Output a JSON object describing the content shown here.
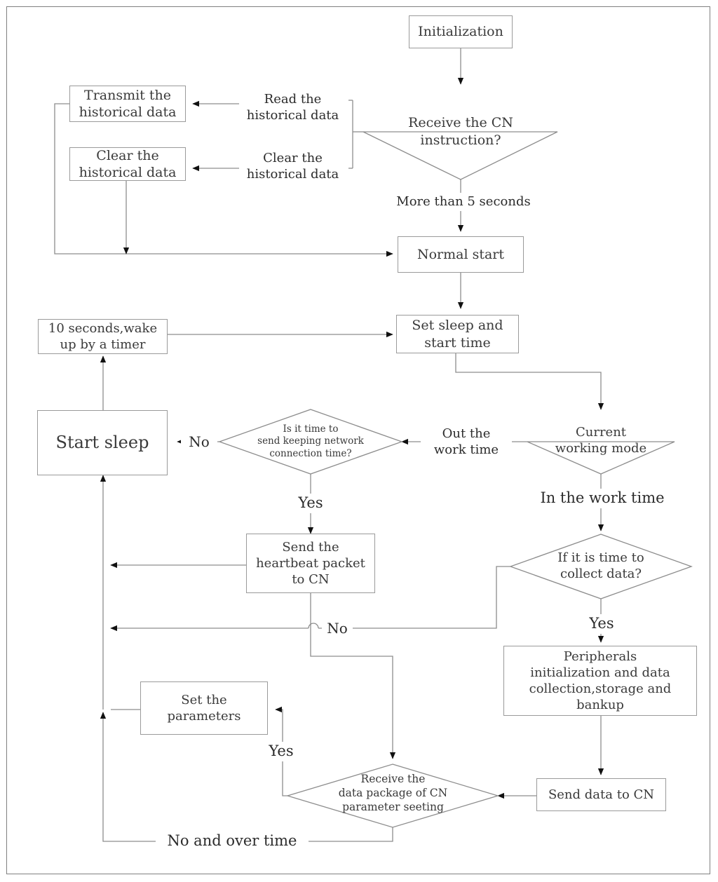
{
  "diagram": {
    "type": "flowchart",
    "title": "Sensor node firmware workflow flowchart",
    "colors": {
      "stroke": "#8d8d8d",
      "text": "#3a3a3a",
      "background": "#ffffff",
      "frame": "#808080"
    },
    "nodes": [
      {
        "id": "init",
        "shape": "process",
        "label": "Initialization"
      },
      {
        "id": "recv_cn",
        "shape": "decision",
        "label": "Receive the CN\ninstruction?"
      },
      {
        "id": "transmit_hist",
        "shape": "process",
        "label": "Transmit the\nhistorical data"
      },
      {
        "id": "clear_hist",
        "shape": "process",
        "label": "Clear the\nhistorical data"
      },
      {
        "id": "normal_start",
        "shape": "process",
        "label": "Normal start"
      },
      {
        "id": "set_sleep",
        "shape": "process",
        "label": "Set sleep and\nstart time"
      },
      {
        "id": "wake_timer",
        "shape": "process",
        "label": "10 seconds,wake\nup by a timer"
      },
      {
        "id": "start_sleep",
        "shape": "process",
        "label": "Start sleep"
      },
      {
        "id": "keep_net",
        "shape": "decision",
        "label": "Is it time to\nsend keeping network\nconnection time?"
      },
      {
        "id": "work_mode",
        "shape": "decision",
        "label": "Current\nworking mode"
      },
      {
        "id": "heartbeat",
        "shape": "process",
        "label": "Send the\nheartbeat packet\nto CN"
      },
      {
        "id": "collect_data",
        "shape": "decision",
        "label": "If it is time to\ncollect data?"
      },
      {
        "id": "peripherals",
        "shape": "process",
        "label": "Peripherals\ninitialization and data\ncollection,storage and\nbankup"
      },
      {
        "id": "send_data",
        "shape": "process",
        "label": "Send data to CN"
      },
      {
        "id": "set_params",
        "shape": "process",
        "label": "Set the\nparameters"
      },
      {
        "id": "recv_pkg",
        "shape": "decision",
        "label": "Receive the\ndata package of CN\nparameter seeting"
      }
    ],
    "node_text": {
      "init": "Initialization",
      "recv_cn_l1": "Receive the CN",
      "recv_cn_l2": "instruction?",
      "transmit_hist_l1": "Transmit the",
      "transmit_hist_l2": "historical data",
      "clear_hist_l1": "Clear the",
      "clear_hist_l2": "historical data",
      "normal_start": "Normal start",
      "set_sleep_l1": "Set sleep and",
      "set_sleep_l2": "start time",
      "wake_timer_l1": "10 seconds,wake",
      "wake_timer_l2": "up by a timer",
      "start_sleep": "Start sleep",
      "keep_net_l1": "Is it time to",
      "keep_net_l2": "send keeping network",
      "keep_net_l3": "connection time?",
      "work_mode_l1": "Current",
      "work_mode_l2": "working mode",
      "heartbeat_l1": "Send the",
      "heartbeat_l2": "heartbeat packet",
      "heartbeat_l3": "to CN",
      "collect_data_l1": "If it is time to",
      "collect_data_l2": "collect data?",
      "peripherals_l1": "Peripherals",
      "peripherals_l2": "initialization and data",
      "peripherals_l3": "collection,storage and",
      "peripherals_l4": "bankup",
      "send_data": "Send data to CN",
      "set_params_l1": "Set the",
      "set_params_l2": "parameters",
      "recv_pkg_l1": "Receive the",
      "recv_pkg_l2": "data package of CN",
      "recv_pkg_l3": "parameter seeting"
    },
    "edge_labels": {
      "read_hist_l1": "Read the",
      "read_hist_l2": "historical data",
      "clear_hist_edge_l1": "Clear the",
      "clear_hist_edge_l2": "historical data",
      "more_than_5s": "More than 5 seconds",
      "out_work_time_l1": "Out the",
      "out_work_time_l2": "work time",
      "in_work_time": "In the work time",
      "no_keepnet": "No",
      "yes_keepnet": "Yes",
      "no_heartbeat": "No",
      "yes_collect": "Yes",
      "yes_params": "Yes",
      "no_over_time": "No and over time"
    },
    "edges": [
      {
        "from": "init",
        "to": "recv_cn",
        "label": ""
      },
      {
        "from": "recv_cn",
        "to": "transmit_hist",
        "label": "Read the historical data"
      },
      {
        "from": "recv_cn",
        "to": "clear_hist",
        "label": "Clear the historical data"
      },
      {
        "from": "recv_cn",
        "to": "normal_start",
        "label": "More than 5 seconds"
      },
      {
        "from": "transmit_hist",
        "to": "normal_start",
        "label": ""
      },
      {
        "from": "clear_hist",
        "to": "normal_start",
        "label": ""
      },
      {
        "from": "normal_start",
        "to": "set_sleep",
        "label": ""
      },
      {
        "from": "set_sleep",
        "to": "work_mode",
        "label": ""
      },
      {
        "from": "work_mode",
        "to": "keep_net",
        "label": "Out the work time"
      },
      {
        "from": "work_mode",
        "to": "collect_data",
        "label": "In the work time"
      },
      {
        "from": "keep_net",
        "to": "start_sleep",
        "label": "No"
      },
      {
        "from": "keep_net",
        "to": "heartbeat",
        "label": "Yes"
      },
      {
        "from": "heartbeat",
        "to": "start_sleep",
        "label": ""
      },
      {
        "from": "heartbeat",
        "to": "recv_pkg",
        "label": ""
      },
      {
        "from": "collect_data",
        "to": "start_sleep",
        "label": "No"
      },
      {
        "from": "collect_data",
        "to": "peripherals",
        "label": "Yes"
      },
      {
        "from": "peripherals",
        "to": "send_data",
        "label": ""
      },
      {
        "from": "send_data",
        "to": "recv_pkg",
        "label": ""
      },
      {
        "from": "recv_pkg",
        "to": "set_params",
        "label": "Yes"
      },
      {
        "from": "recv_pkg",
        "to": "start_sleep",
        "label": "No and over time"
      },
      {
        "from": "set_params",
        "to": "start_sleep",
        "label": ""
      },
      {
        "from": "start_sleep",
        "to": "wake_timer",
        "label": ""
      },
      {
        "from": "wake_timer",
        "to": "set_sleep",
        "label": ""
      }
    ]
  }
}
